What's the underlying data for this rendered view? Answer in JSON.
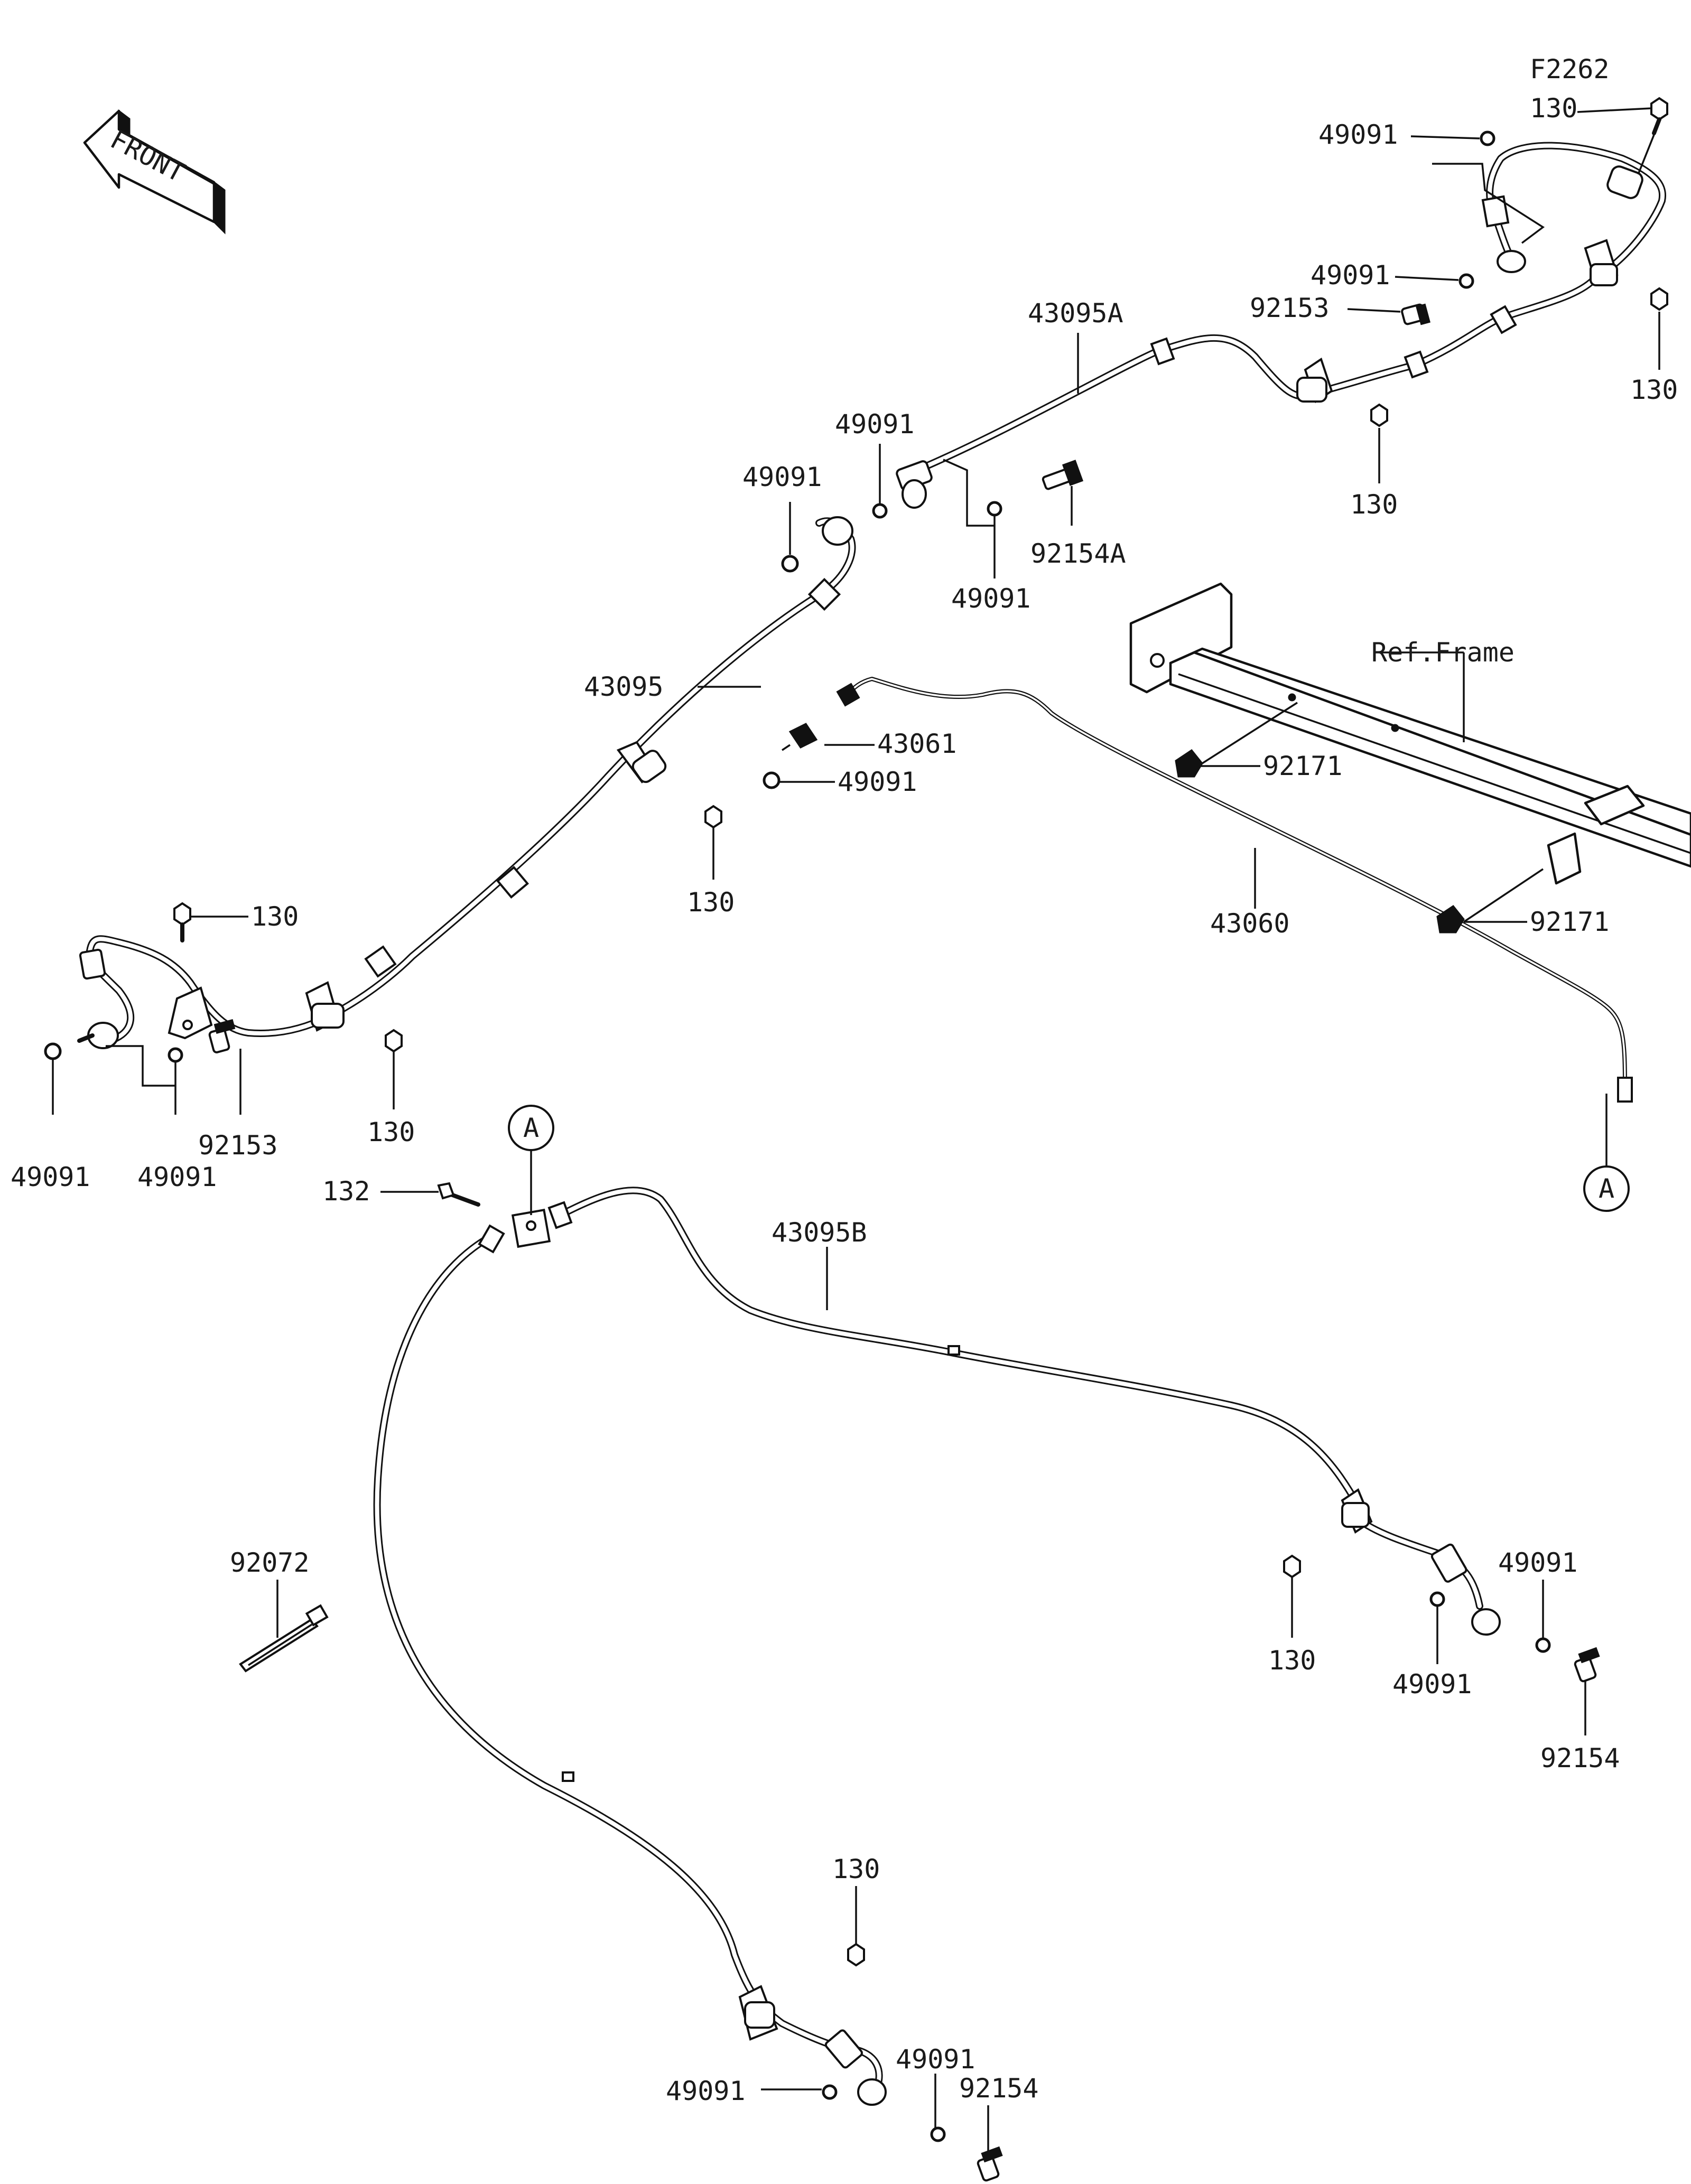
{
  "diagram": {
    "code": "F2262",
    "front_label": "FRONT",
    "ref_frame_label": "Ref.Frame",
    "callouts": {
      "h_43095a": "43095A",
      "h_43095": "43095",
      "h_43095b": "43095B",
      "p_43060": "43060",
      "p_43061": "43061",
      "b_130": "130",
      "b_132": "132",
      "w_49091": "49091",
      "bb_92153": "92153",
      "bb_92154a": "92154A",
      "bb_92154": "92154",
      "c_92171": "92171",
      "t_92072": "92072",
      "conn_a": "A"
    }
  },
  "colors": {
    "line": "#111111",
    "background": "#ffffff"
  },
  "icons": {
    "direction": "front-arrow-icon"
  }
}
